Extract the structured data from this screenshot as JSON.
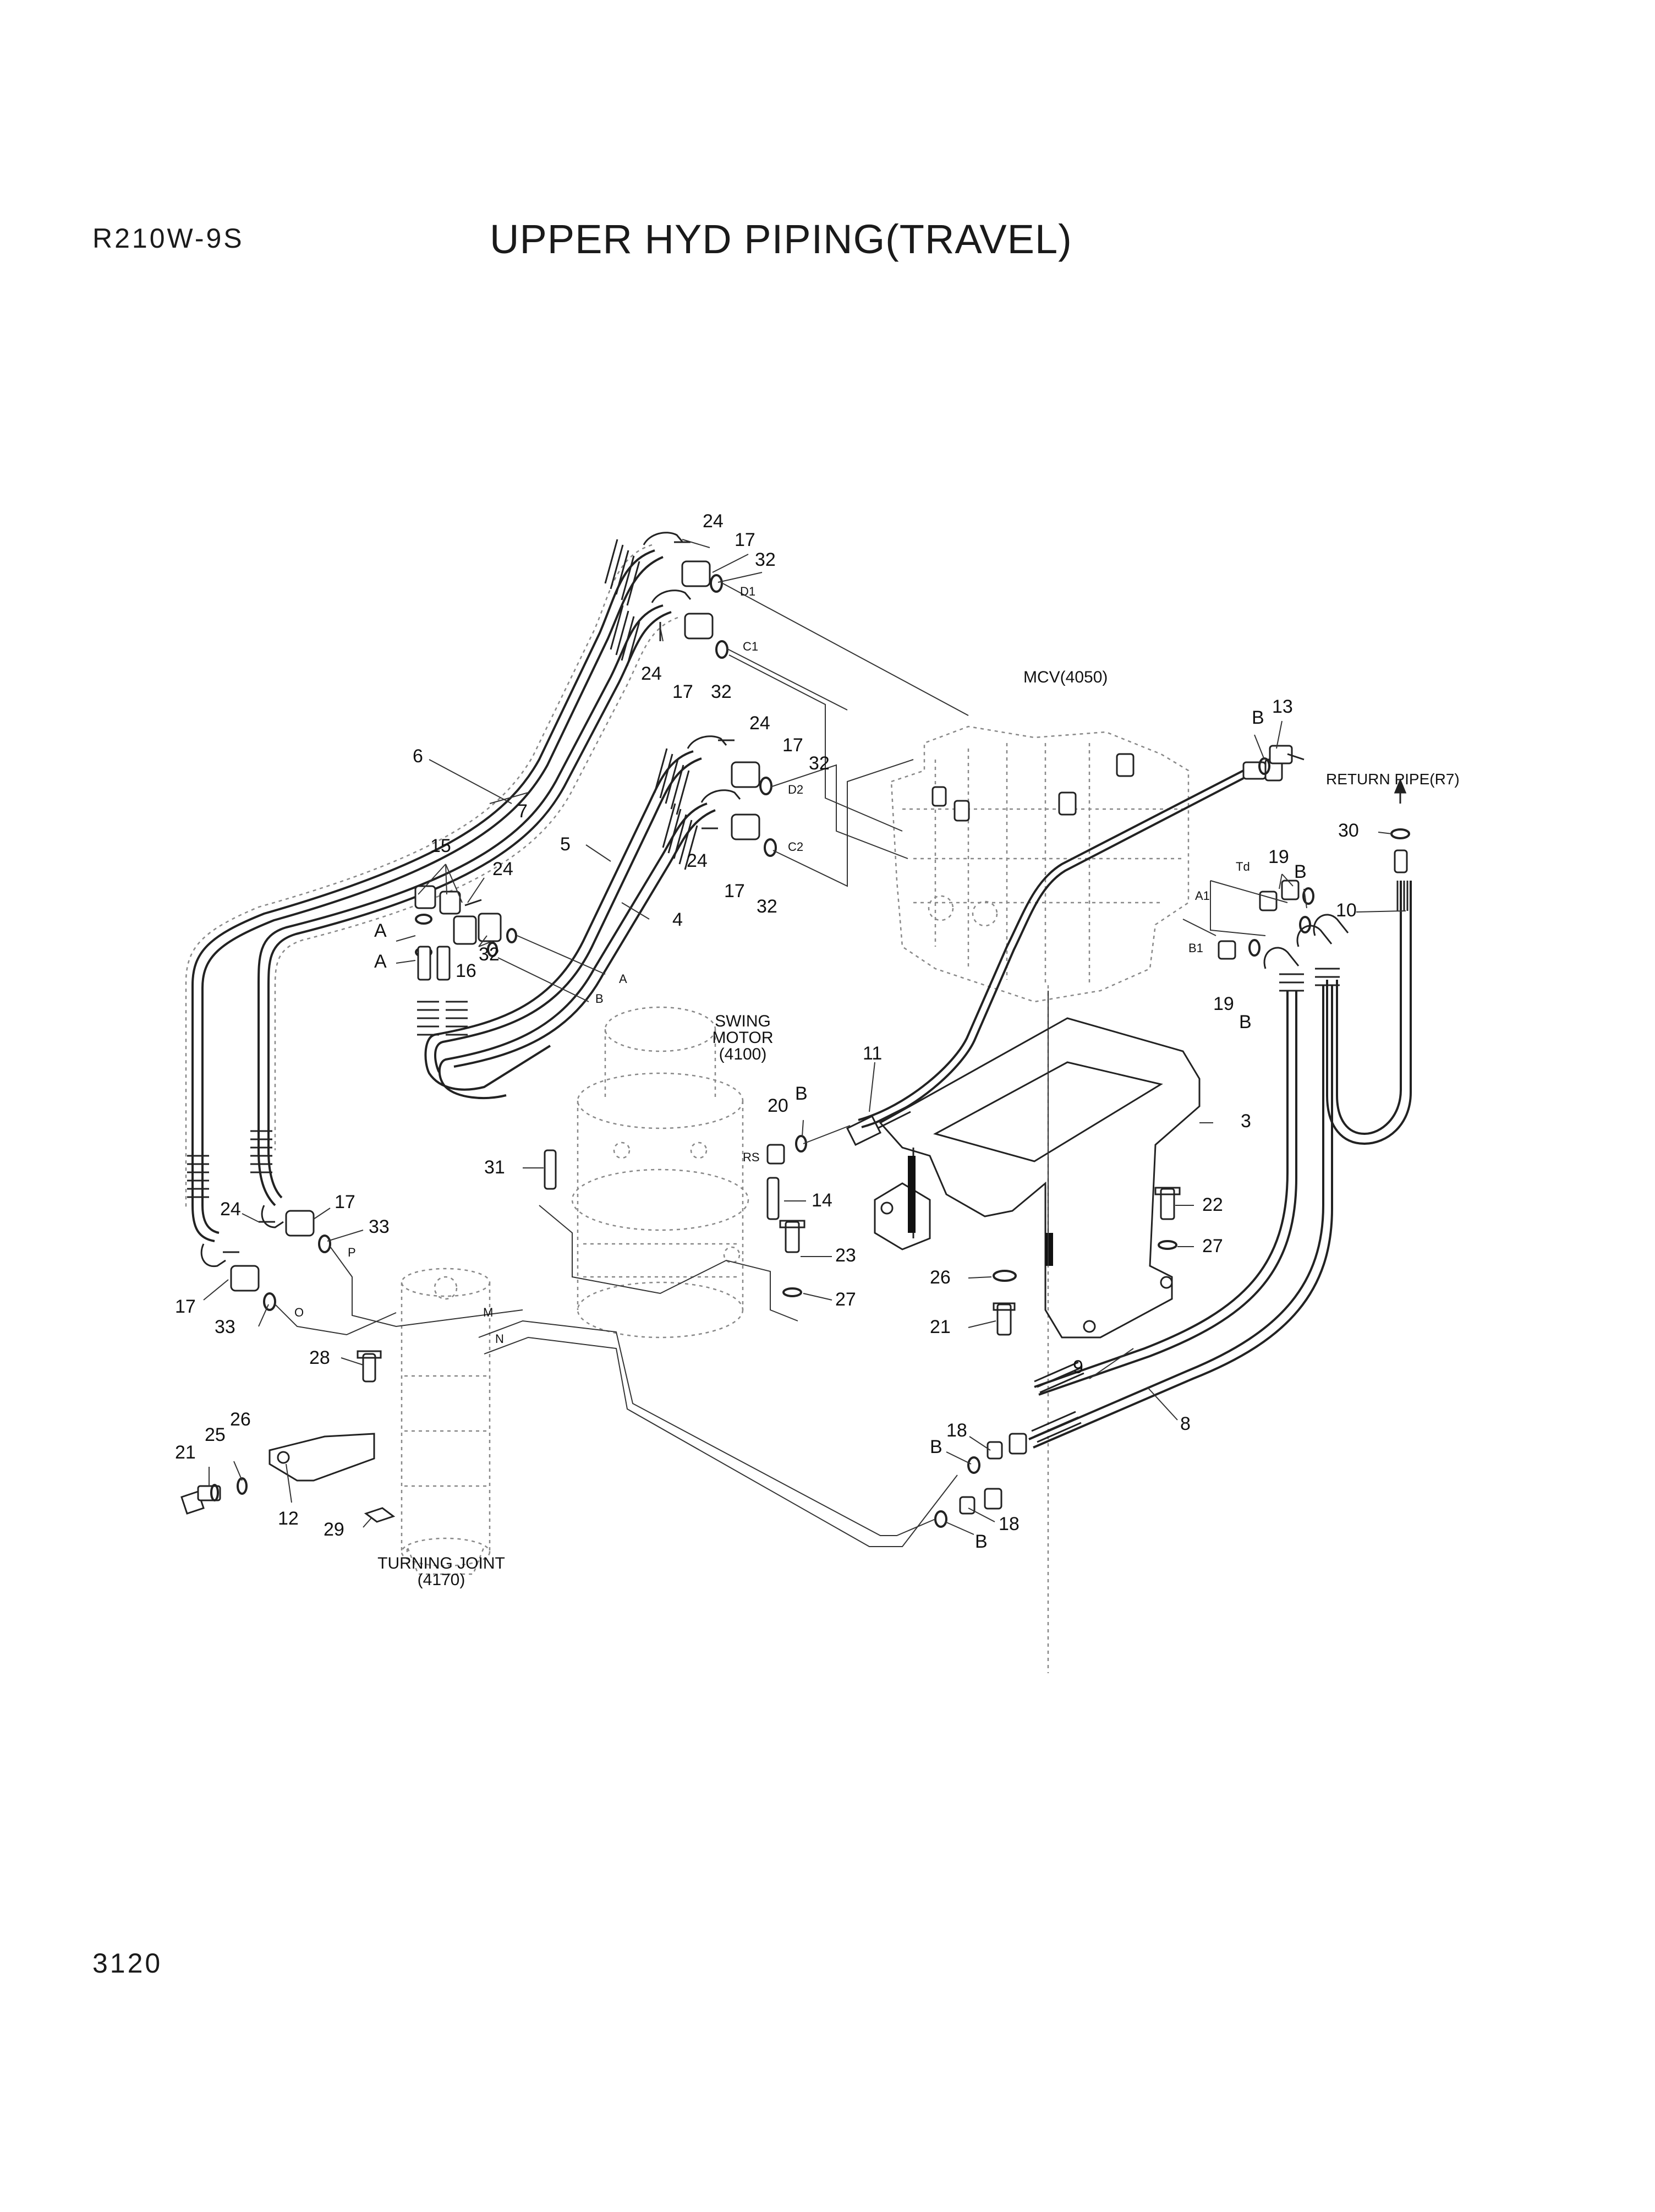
{
  "header": {
    "model": "R210W-9S",
    "title": "UPPER HYD PIPING(TRAVEL)"
  },
  "footer": {
    "page_number": "3120"
  },
  "assemblies": {
    "mcv": "MCV(4050)",
    "return_pipe": "RETURN PIPE(R7)",
    "swing_motor_line1": "SWING",
    "swing_motor_line2": "MOTOR",
    "swing_motor_line3": "(4100)",
    "turning_joint_line1": "TURNING JOINT",
    "turning_joint_line2": "(4170)"
  },
  "port_labels": [
    "D1",
    "C1",
    "D2",
    "C2",
    "Td",
    "A1",
    "B1",
    "RS",
    "P",
    "O",
    "M",
    "N",
    "A",
    "B"
  ],
  "callouts": [
    "24",
    "17",
    "32",
    "24",
    "17",
    "32",
    "24",
    "17",
    "32",
    "24",
    "17",
    "32",
    "6",
    "7",
    "5",
    "4",
    "15",
    "24",
    "A",
    "A",
    "16",
    "32",
    "B",
    "13",
    "30",
    "10",
    "19",
    "B",
    "19",
    "B",
    "11",
    "20",
    "B",
    "3",
    "31",
    "14",
    "22",
    "23",
    "27",
    "27",
    "26",
    "21",
    "24",
    "17",
    "33",
    "17",
    "33",
    "28",
    "21",
    "25",
    "26",
    "12",
    "29",
    "9",
    "8",
    "18",
    "B",
    "18",
    "B"
  ]
}
